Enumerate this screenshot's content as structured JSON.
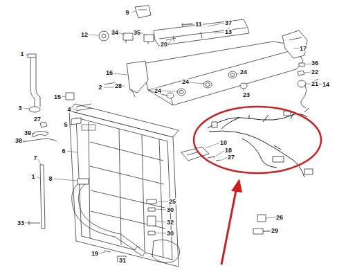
{
  "diagram": {
    "labels": [
      "9",
      "11",
      "37",
      "12",
      "34",
      "35",
      "13",
      "20",
      "17",
      "36",
      "22",
      "21",
      "1",
      "16",
      "24",
      "24",
      "24",
      "23",
      "14",
      "15",
      "2",
      "28",
      "4",
      "5",
      "3",
      "27",
      "39",
      "38",
      "6",
      "7",
      "1",
      "8",
      "10",
      "18",
      "27",
      "33",
      "25",
      "30",
      "32",
      "30",
      "19",
      "31",
      "26",
      "29"
    ]
  }
}
